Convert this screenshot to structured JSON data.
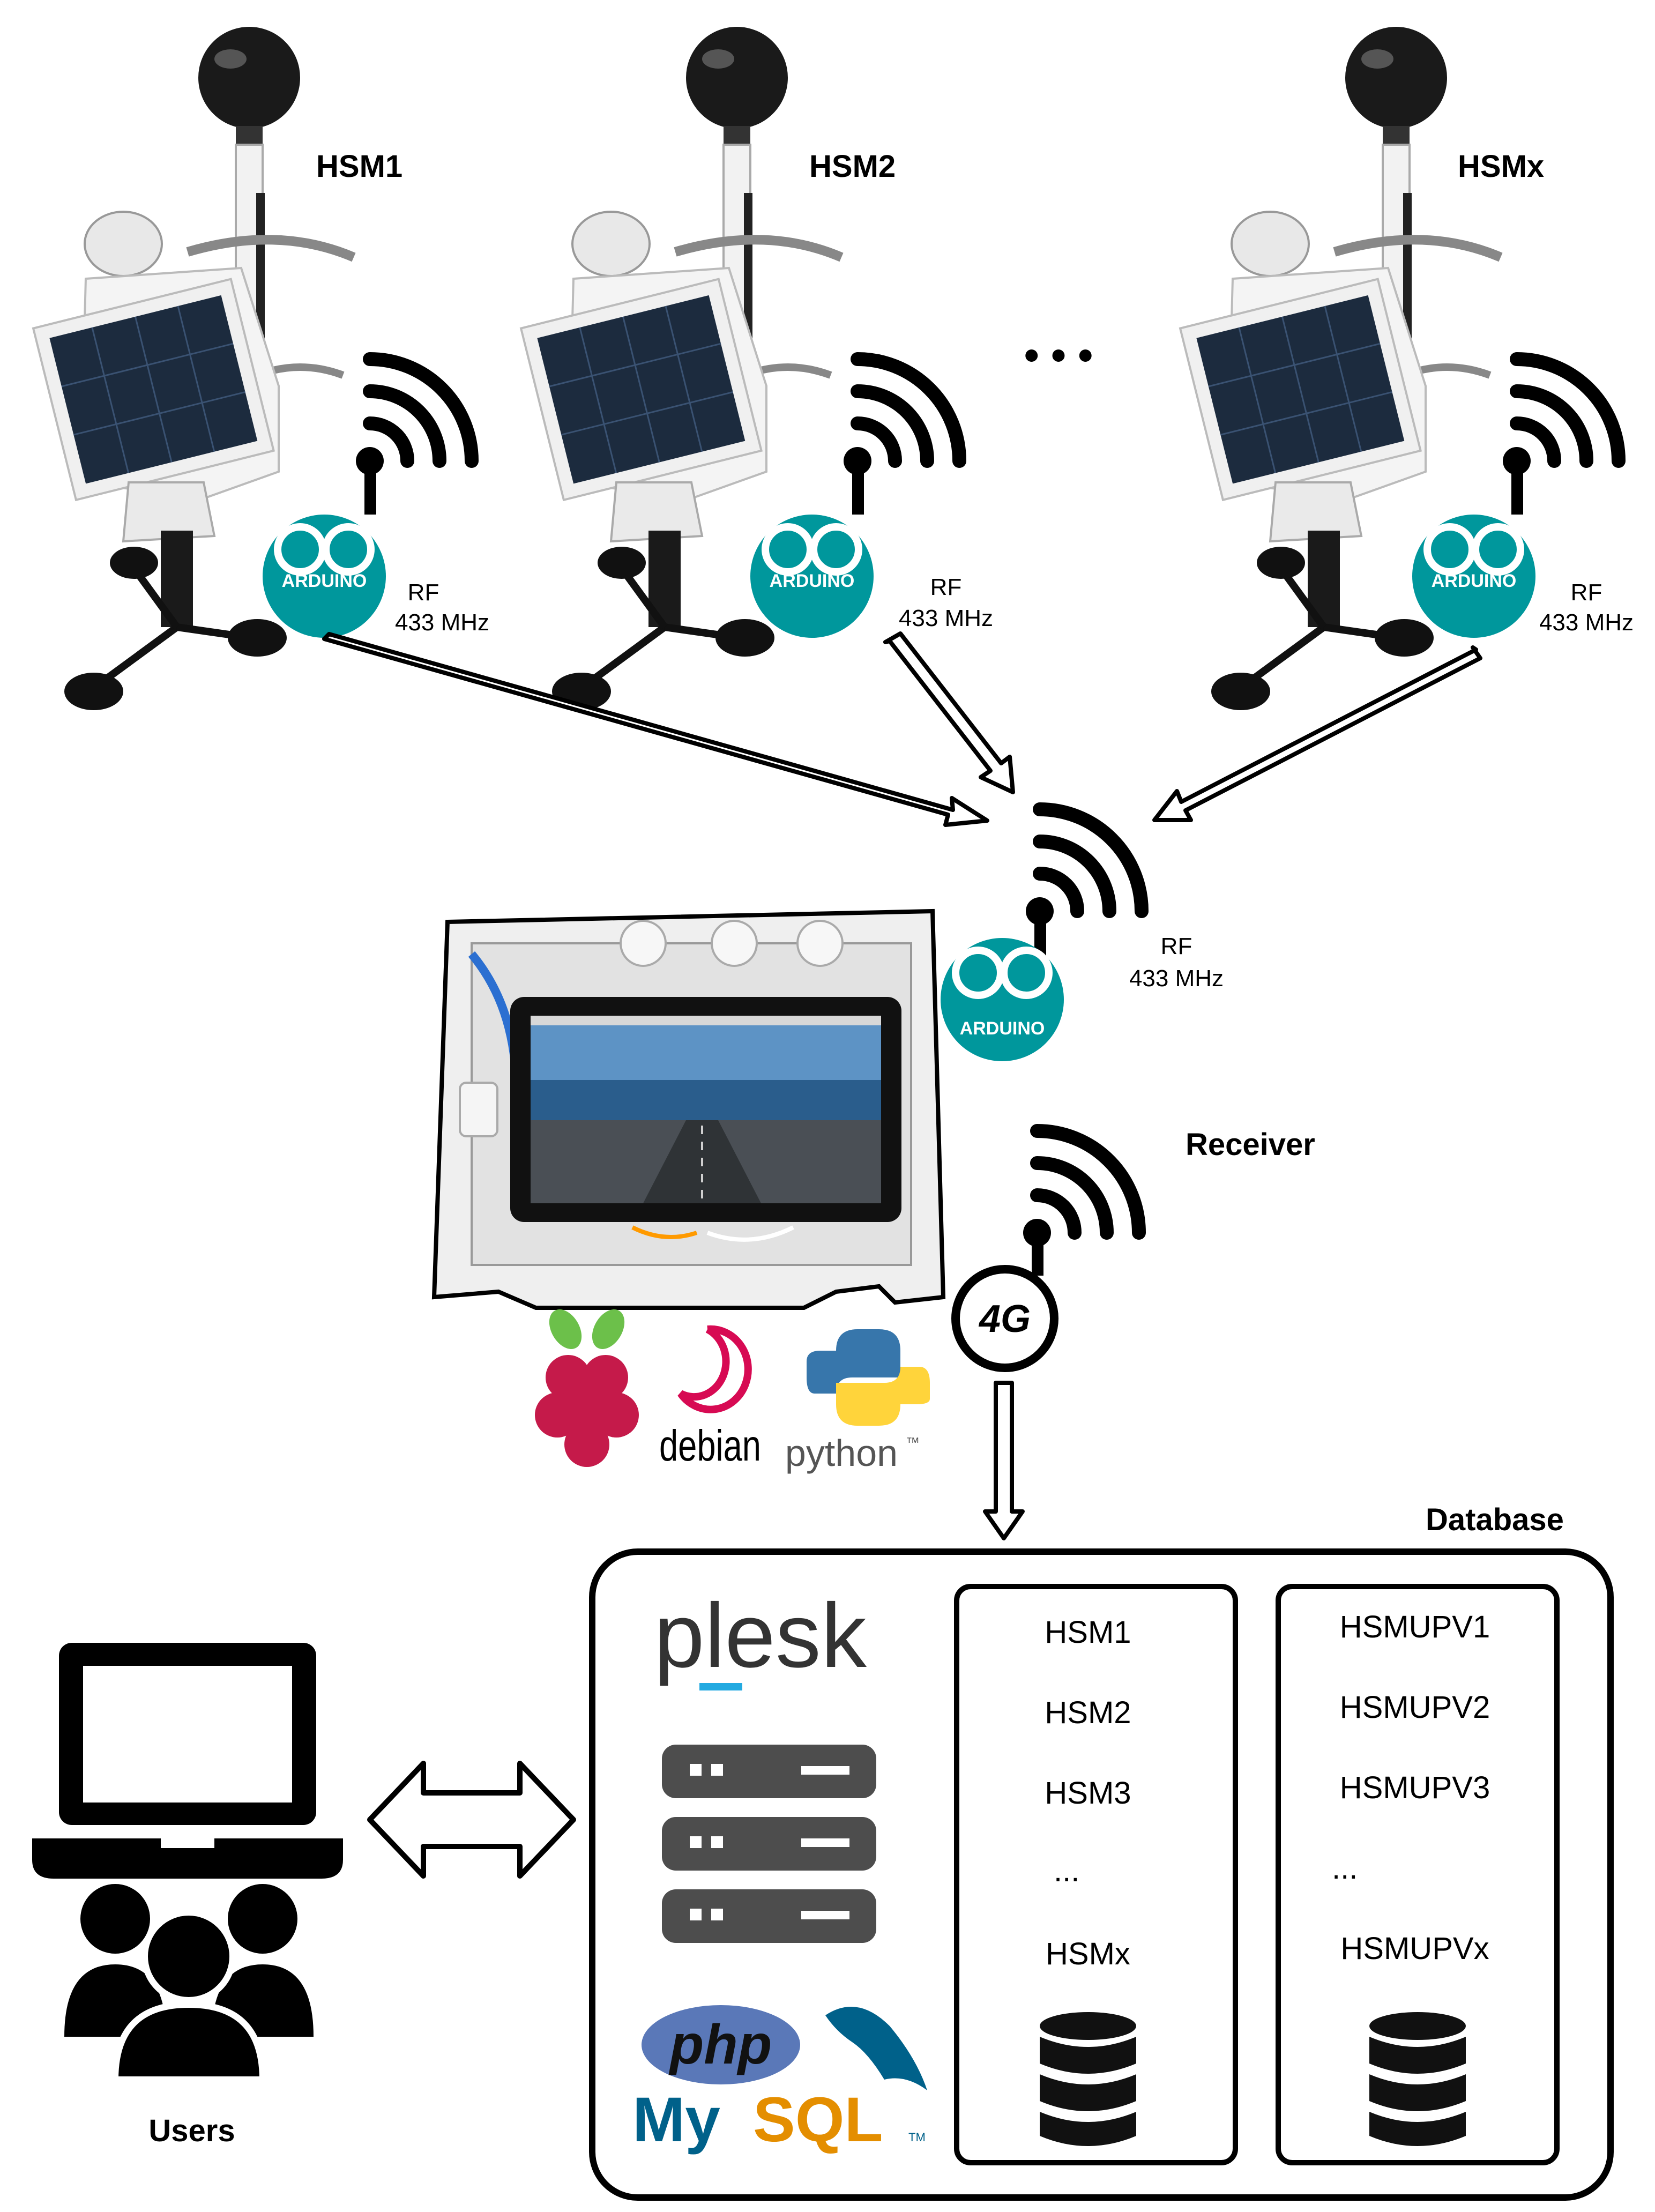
{
  "stations": [
    {
      "name": "HSM1",
      "rf_label": "RF",
      "rf_freq": "433 MHz"
    },
    {
      "name": "HSM2",
      "rf_label": "RF",
      "rf_freq": "433 MHz"
    },
    {
      "name": "HSMx",
      "rf_label": "RF",
      "rf_freq": "433 MHz"
    }
  ],
  "ellipsis": "• • •",
  "arduino_text": "ARDUINO",
  "receiver": {
    "title": "Receiver",
    "rf_label": "RF",
    "rf_freq": "433 MHz",
    "cell_label": "4G"
  },
  "software_logos": {
    "debian": "debian",
    "python": "python",
    "python_tm": "™"
  },
  "database": {
    "title": "Database",
    "plesk": "plesk",
    "php": "php",
    "mysql_my": "My",
    "mysql_sql": "SQL",
    "mysql_tm": "TM",
    "table1": [
      "HSM1",
      "HSM2",
      "HSM3",
      "...",
      "HSMx"
    ],
    "table2": [
      "HSMUPV1",
      "HSMUPV2",
      "HSMUPV3",
      "...",
      "HSMUPVx"
    ]
  },
  "users_label": "Users",
  "colors": {
    "arduino_teal": "#00979C",
    "plesk_accent": "#23AAE1",
    "php_blue": "#5A78B8",
    "mysql_blue": "#00618A",
    "mysql_orange": "#E48E00",
    "raspberry_red": "#C51A4A",
    "debian_red": "#D70A53",
    "python_blue": "#3776AB",
    "python_yellow": "#FFD43B"
  }
}
